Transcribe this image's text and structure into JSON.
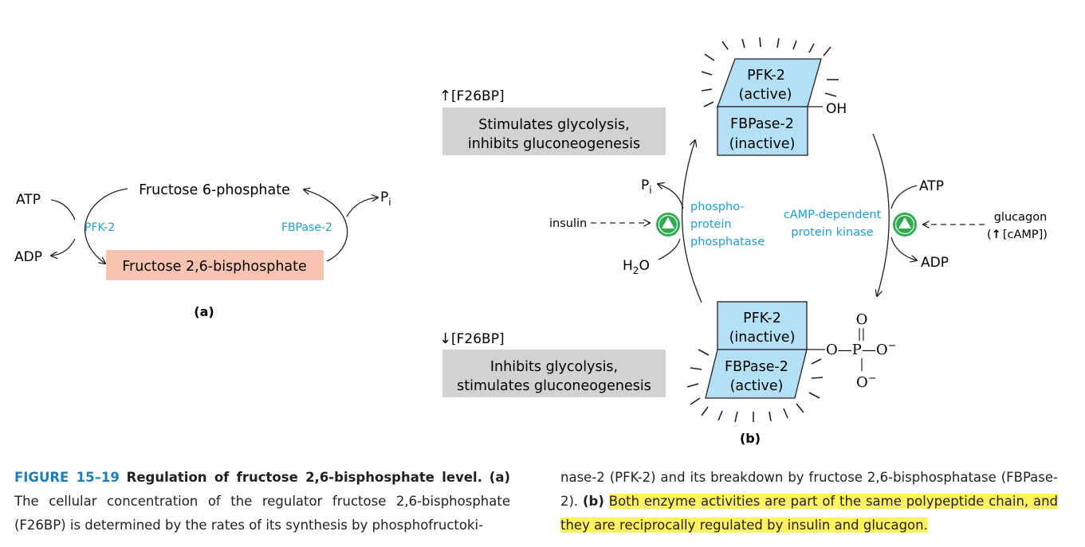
{
  "panel_a": {
    "f6p": "Fructose 6-phosphate",
    "f26bp": "Fructose 2,6-bisphosphate",
    "atp": "ATP",
    "adp": "ADP",
    "pi_main": "P",
    "pi_sub": "i",
    "pfk2": "PFK-2",
    "fbpase2": "FBPase-2",
    "label": "(a)"
  },
  "panel_b": {
    "up_arrow": "↑",
    "up_label": "[F26BP]",
    "up_box_line1": "Stimulates glycolysis,",
    "up_box_line2": "inhibits gluconeogenesis",
    "down_arrow": "↓",
    "down_label": "[F26BP]",
    "down_box_line1": "Inhibits glycolysis,",
    "down_box_line2": "stimulates gluconeogenesis",
    "top_pfk_line1": "PFK-2",
    "top_pfk_line2": "(active)",
    "top_fbp_line1": "FBPase-2",
    "top_fbp_line2": "(inactive)",
    "oh": "OH",
    "bot_pfk_line1": "PFK-2",
    "bot_pfk_line2": "(inactive)",
    "bot_fbp_line1": "FBPase-2",
    "bot_fbp_line2": "(active)",
    "phosphate_o_top": "O",
    "phosphate_chain": "O—P—O",
    "phosphate_minus": "−",
    "phosphate_o_bottom": "O",
    "pi_main": "P",
    "pi_sub": "i",
    "h2o_h": "H",
    "h2o_sub": "2",
    "h2o_o": "O",
    "insulin": "insulin",
    "phosphatase_line1": "phospho-",
    "phosphatase_line2": "protein",
    "phosphatase_line3": "phosphatase",
    "kinase_line1": "cAMP-dependent",
    "kinase_line2": "protein kinase",
    "atp": "ATP",
    "adp": "ADP",
    "glucagon": "glucagon",
    "camp_open": "(",
    "camp_arrow": "↑",
    "camp_text": "[cAMP])",
    "label": "(b)"
  },
  "caption": {
    "figure_label": "FIGURE 15–19",
    "title": "Regulation of fructose 2,6-bisphosphate level.",
    "part_a": "(a)",
    "text_a": "The cellular concentration of the regulator fructose 2,6-bisphosphate (F26BP) is determined by the rates of its synthesis by phosphofructoki-",
    "text_a_cont": "nase-2 (PFK-2) and its breakdown by fructose 2,6-bisphosphatase (FBPase-2).",
    "part_b": "(b)",
    "text_b": "Both enzyme activities are part of the same polypeptide chain, and they are reciprocally regulated by insulin and glucagon."
  },
  "colors": {
    "enzyme_blue": "#1a9fd6",
    "box_blue": "#b3e0f5",
    "box_pink": "#f8c4b0",
    "box_gray": "#d1d2d4",
    "activator_green": "#2eac4f",
    "highlight": "#fff35c",
    "caption_blue": "#1a7fc1"
  }
}
